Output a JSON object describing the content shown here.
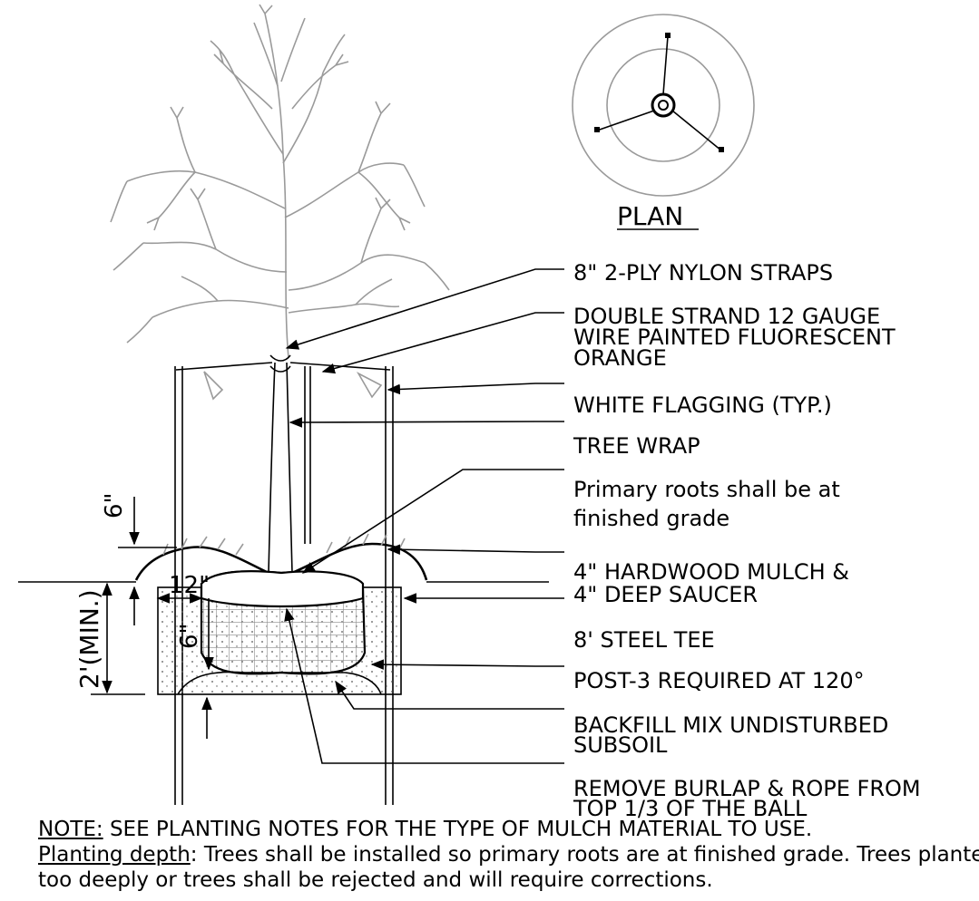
{
  "plan_label": "PLAN",
  "callouts": [
    {
      "id": "straps",
      "lines": [
        "8\" 2-PLY NYLON STRAPS"
      ]
    },
    {
      "id": "wire",
      "lines": [
        "DOUBLE STRAND 12 GAUGE",
        "WIRE PAINTED FLUORESCENT",
        "ORANGE"
      ]
    },
    {
      "id": "flagging",
      "lines": [
        "WHITE FLAGGING (TYP.)"
      ]
    },
    {
      "id": "wrap",
      "lines": [
        "TREE WRAP"
      ]
    },
    {
      "id": "roots",
      "lines": [
        "Primary roots shall be at",
        "finished grade"
      ]
    },
    {
      "id": "mulch",
      "lines": [
        "4\" HARDWOOD MULCH &",
        "4\" DEEP SAUCER"
      ]
    },
    {
      "id": "tee",
      "lines": [
        "8' STEEL TEE"
      ]
    },
    {
      "id": "post",
      "lines": [
        "POST-3 REQUIRED AT 120°"
      ]
    },
    {
      "id": "backfill",
      "lines": [
        "BACKFILL MIX UNDISTURBED",
        "SUBSOIL"
      ]
    },
    {
      "id": "burlap",
      "lines": [
        "REMOVE BURLAP & ROPE FROM",
        "TOP 1/3 OF THE BALL"
      ]
    }
  ],
  "dimensions": {
    "six_top": "6\"",
    "twelve": "12\"",
    "six_bottom": "6\"",
    "two_foot": "2'(MIN.)"
  },
  "notes": {
    "note_label": "NOTE:",
    "note_text": " SEE PLANTING NOTES FOR THE TYPE OF MULCH MATERIAL TO USE.",
    "depth_label": "Planting depth",
    "depth_text": ": Trees shall be installed so primary roots are at finished grade. Trees planted",
    "line3": "too deeply or trees shall be rejected and will require corrections."
  }
}
